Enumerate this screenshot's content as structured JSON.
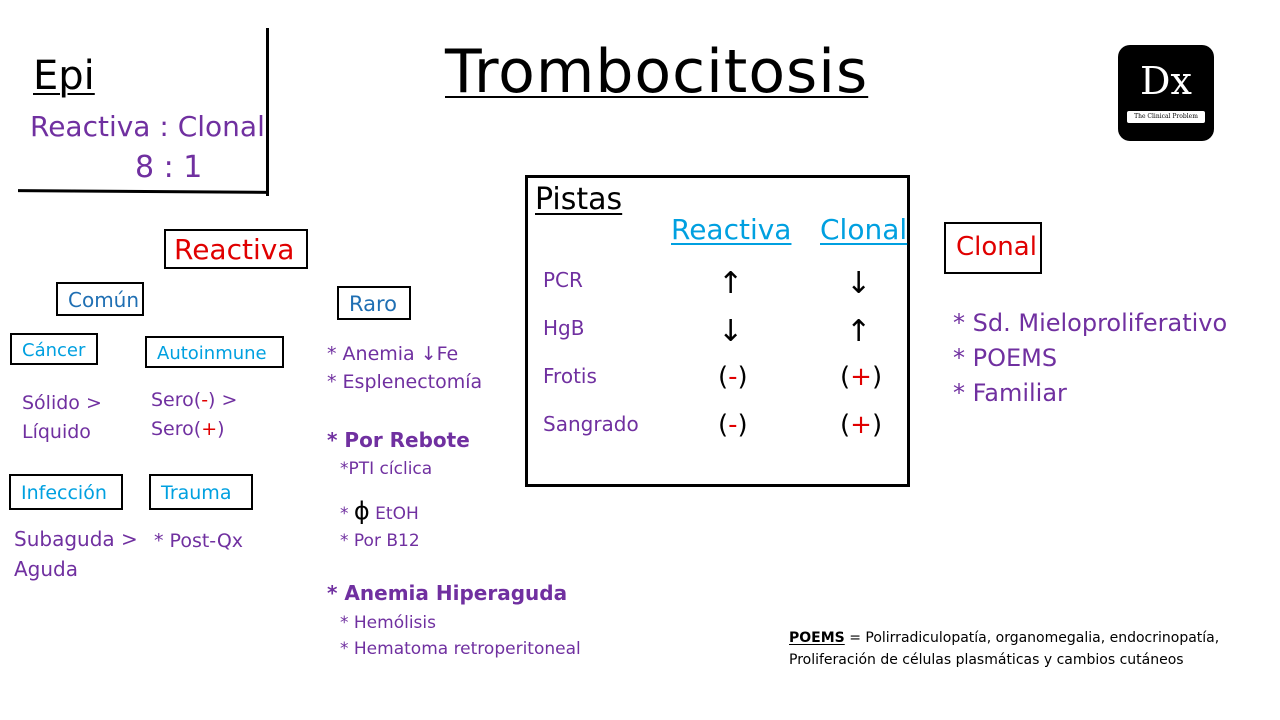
{
  "title": "Trombocitosis",
  "logo": {
    "letters": "Dx",
    "caption": "The Clinical Problem Solvers"
  },
  "epi": {
    "heading": "Epi",
    "ratio_label": "Reactiva : Clonal",
    "ratio_value": "8 : 1"
  },
  "reactiva": {
    "heading": "Reactiva",
    "comun": {
      "heading": "Común",
      "cancer": {
        "label": "Cáncer",
        "line1": "Sólido >",
        "line2": "Líquido"
      },
      "autoinmune": {
        "label": "Autoinmune",
        "line1_pre": "Sero(",
        "line1_sign": "-",
        "line1_post": ") >",
        "line2_pre": "Sero(",
        "line2_sign": "+",
        "line2_post": ")"
      },
      "infeccion": {
        "label": "Infección",
        "line1": "Subaguda >",
        "line2": "Aguda"
      },
      "trauma": {
        "label": "Trauma",
        "line1": "* Post-Qx"
      }
    },
    "raro": {
      "heading": "Raro",
      "items": [
        "* Anemia ↓Fe",
        "* Esplenectomía"
      ],
      "rebote": {
        "heading": "* Por Rebote",
        "items": [
          "*PTI cíclica",
          "EtOH",
          "* Por B12"
        ],
        "phi_prefix": "*",
        "phi": "ϕ"
      },
      "hiperaguda": {
        "heading": "* Anemia Hiperaguda",
        "items": [
          "* Hemólisis",
          "* Hematoma retroperitoneal"
        ]
      }
    }
  },
  "pistas": {
    "heading": "Pistas",
    "col_reactiva": "Reactiva",
    "col_clonal": "Clonal",
    "rows": [
      {
        "label": "PCR",
        "reactiva": "↑",
        "clonal": "↓"
      },
      {
        "label": "HgB",
        "reactiva": "↓",
        "clonal": "↑"
      },
      {
        "label": "Frotis",
        "reactiva_open": "(",
        "reactiva_sign": "-",
        "reactiva_close": ")",
        "clonal_open": "(",
        "clonal_sign": "+",
        "clonal_close": ")"
      },
      {
        "label": "Sangrado",
        "reactiva_open": "(",
        "reactiva_sign": "-",
        "reactiva_close": ")",
        "clonal_open": "(",
        "clonal_sign": "+",
        "clonal_close": ")"
      }
    ]
  },
  "clonal": {
    "heading": "Clonal",
    "items": [
      "* Sd. Mieloproliferativo",
      "* POEMS",
      "* Familiar"
    ]
  },
  "footnote": {
    "term": "POEMS",
    "line1": "= Polirradiculopatía, organomegalia, endocrinopatía,",
    "line2": "Proliferación de células plasmáticas y cambios cutáneos"
  },
  "colors": {
    "purple": "#7030a0",
    "cyan": "#00a0e0",
    "red": "#e00000",
    "black": "#000000"
  }
}
